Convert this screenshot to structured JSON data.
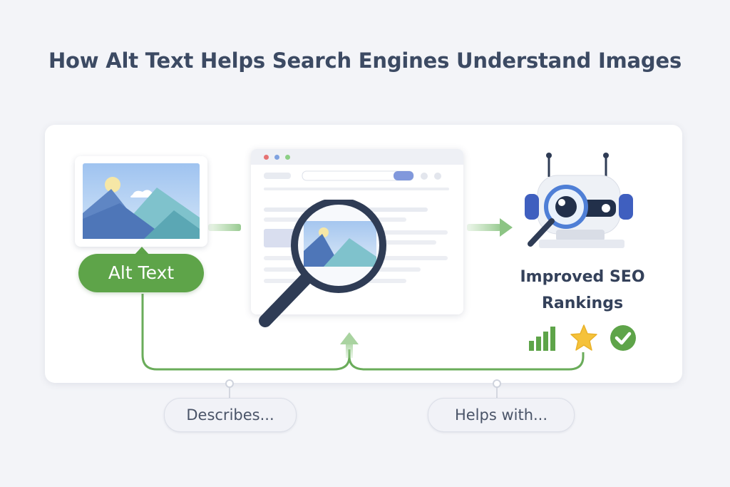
{
  "title": "How Alt Text Helps Search Engines Understand Images",
  "alt_badge": "Alt Text",
  "result": {
    "line1": "Improved SEO",
    "line2": "Rankings"
  },
  "pills": {
    "describes": "Describes...",
    "helps": "Helps with..."
  },
  "icons": [
    "landscape-image-icon",
    "browser-window-icon",
    "magnifier-icon",
    "robot-crawler-icon",
    "signal-bars-icon",
    "star-icon",
    "check-circle-icon"
  ],
  "colors": {
    "green": "#5ea449",
    "navy": "#34415a",
    "blue": "#6b86d6",
    "star": "#f5c23a"
  }
}
